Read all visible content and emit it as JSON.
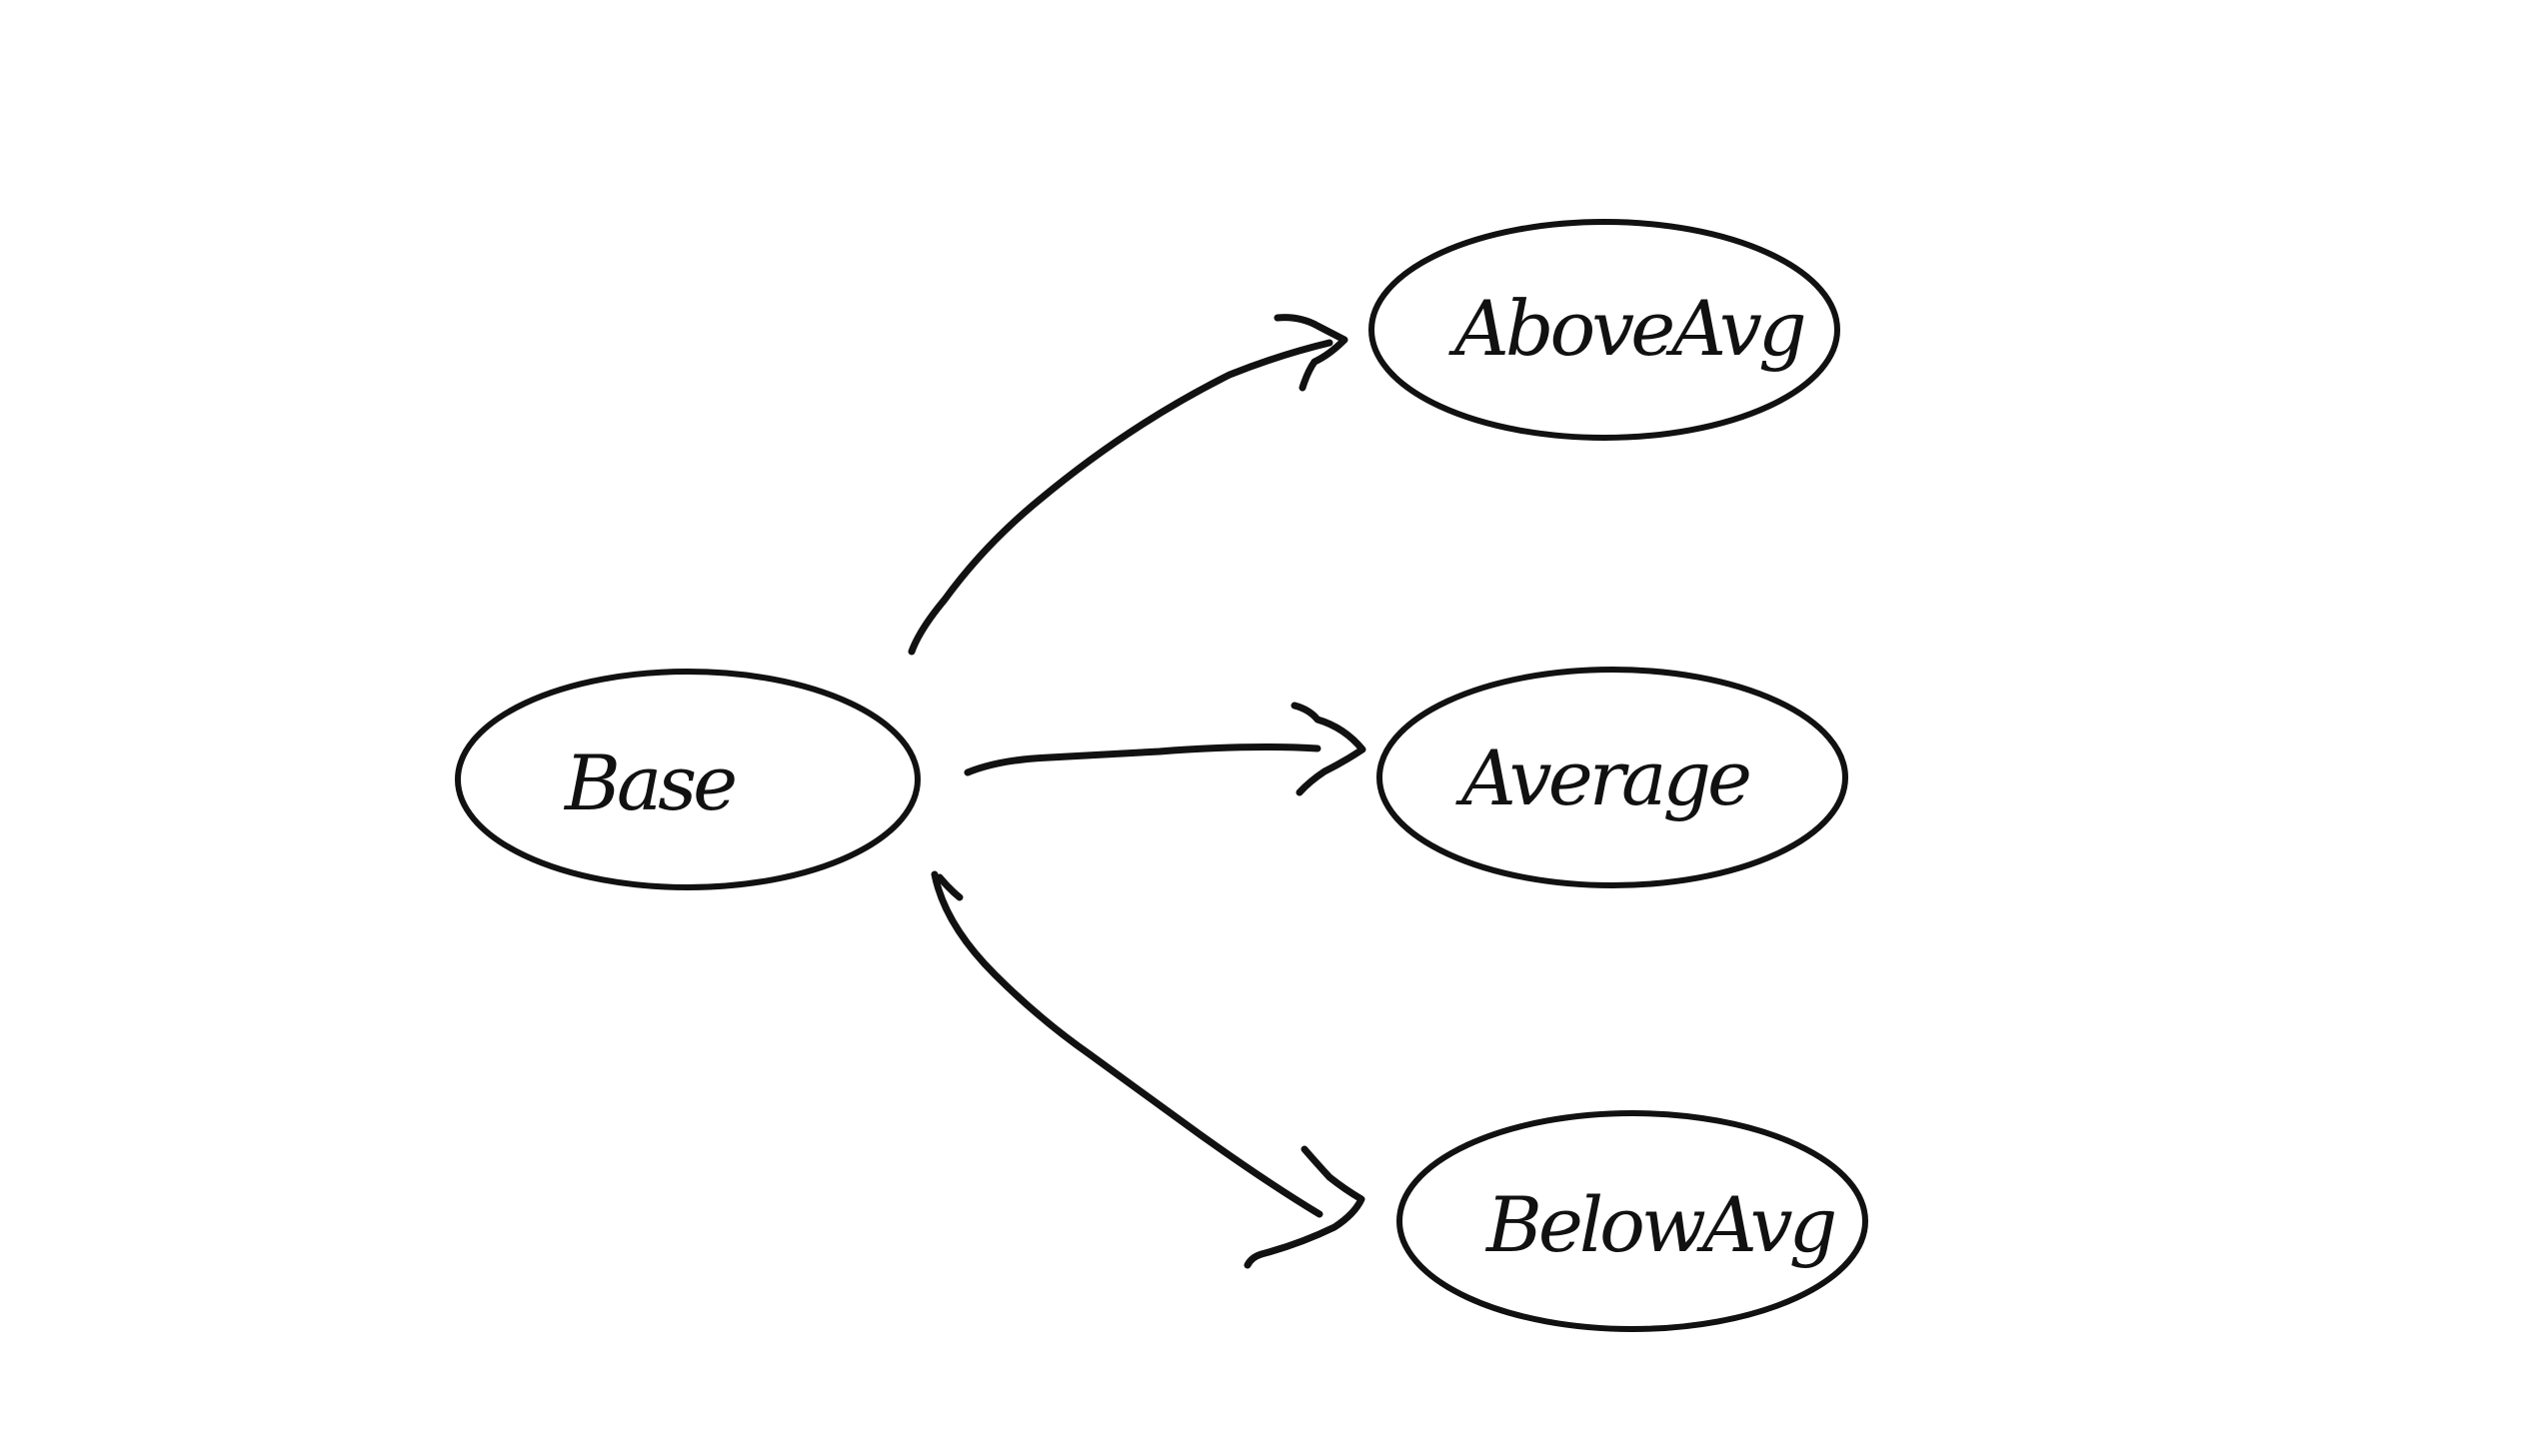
{
  "diagram": {
    "stroke_color": "#111111",
    "background_color": "#ffffff",
    "nodes": {
      "base": {
        "label": "Base"
      },
      "above": {
        "label": "AboveAvg"
      },
      "average": {
        "label": "Average"
      },
      "below": {
        "label": "BelowAvg"
      }
    },
    "edges": [
      {
        "from": "Base",
        "to": "AboveAvg"
      },
      {
        "from": "Base",
        "to": "Average"
      },
      {
        "from": "Base",
        "to": "BelowAvg"
      }
    ]
  }
}
